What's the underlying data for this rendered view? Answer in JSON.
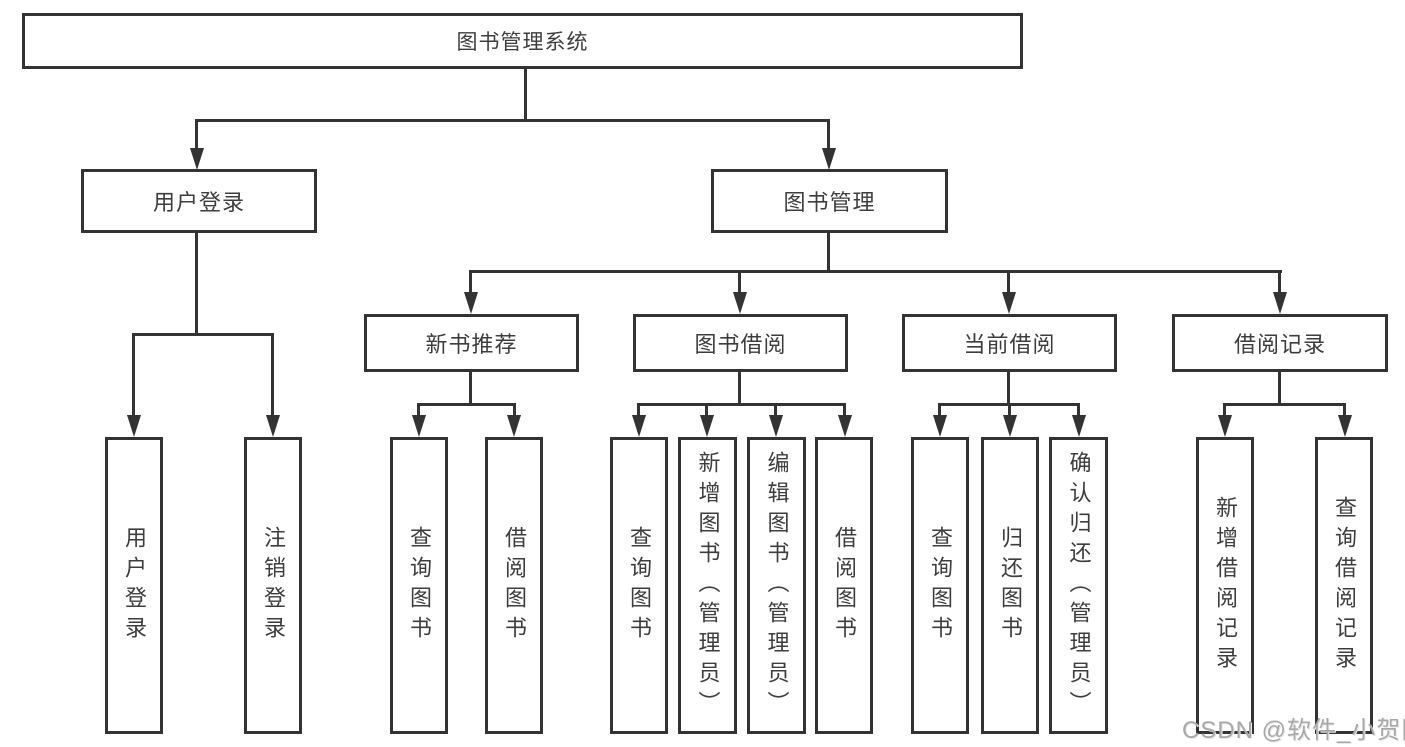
{
  "diagram": {
    "watermark": "CSDN @软件_小贺同学",
    "colors": {
      "background": "#ffffff",
      "box_border": "#333333",
      "connector_line": "#333333",
      "text": "#3d3d3d",
      "watermark_text": "#a8a8a8"
    },
    "tree": {
      "root": {
        "label": "图书管理系统"
      },
      "branches": [
        {
          "label": "用户登录",
          "children": [
            {
              "label": "用户登录"
            },
            {
              "label": "注销登录"
            }
          ]
        },
        {
          "label": "图书管理",
          "children": [
            {
              "label": "新书推荐",
              "children": [
                {
                  "label": "查询图书"
                },
                {
                  "label": "借阅图书"
                }
              ]
            },
            {
              "label": "图书借阅",
              "children": [
                {
                  "label": "查询图书"
                },
                {
                  "label": "新增图书（管理员）"
                },
                {
                  "label": "编辑图书（管理员）"
                },
                {
                  "label": "借阅图书"
                }
              ]
            },
            {
              "label": "当前借阅",
              "children": [
                {
                  "label": "查询图书"
                },
                {
                  "label": "归还图书"
                },
                {
                  "label": "确认归还（管理员）"
                }
              ]
            },
            {
              "label": "借阅记录",
              "children": [
                {
                  "label": "新增借阅记录"
                },
                {
                  "label": "查询借阅记录"
                }
              ]
            }
          ]
        }
      ]
    }
  }
}
